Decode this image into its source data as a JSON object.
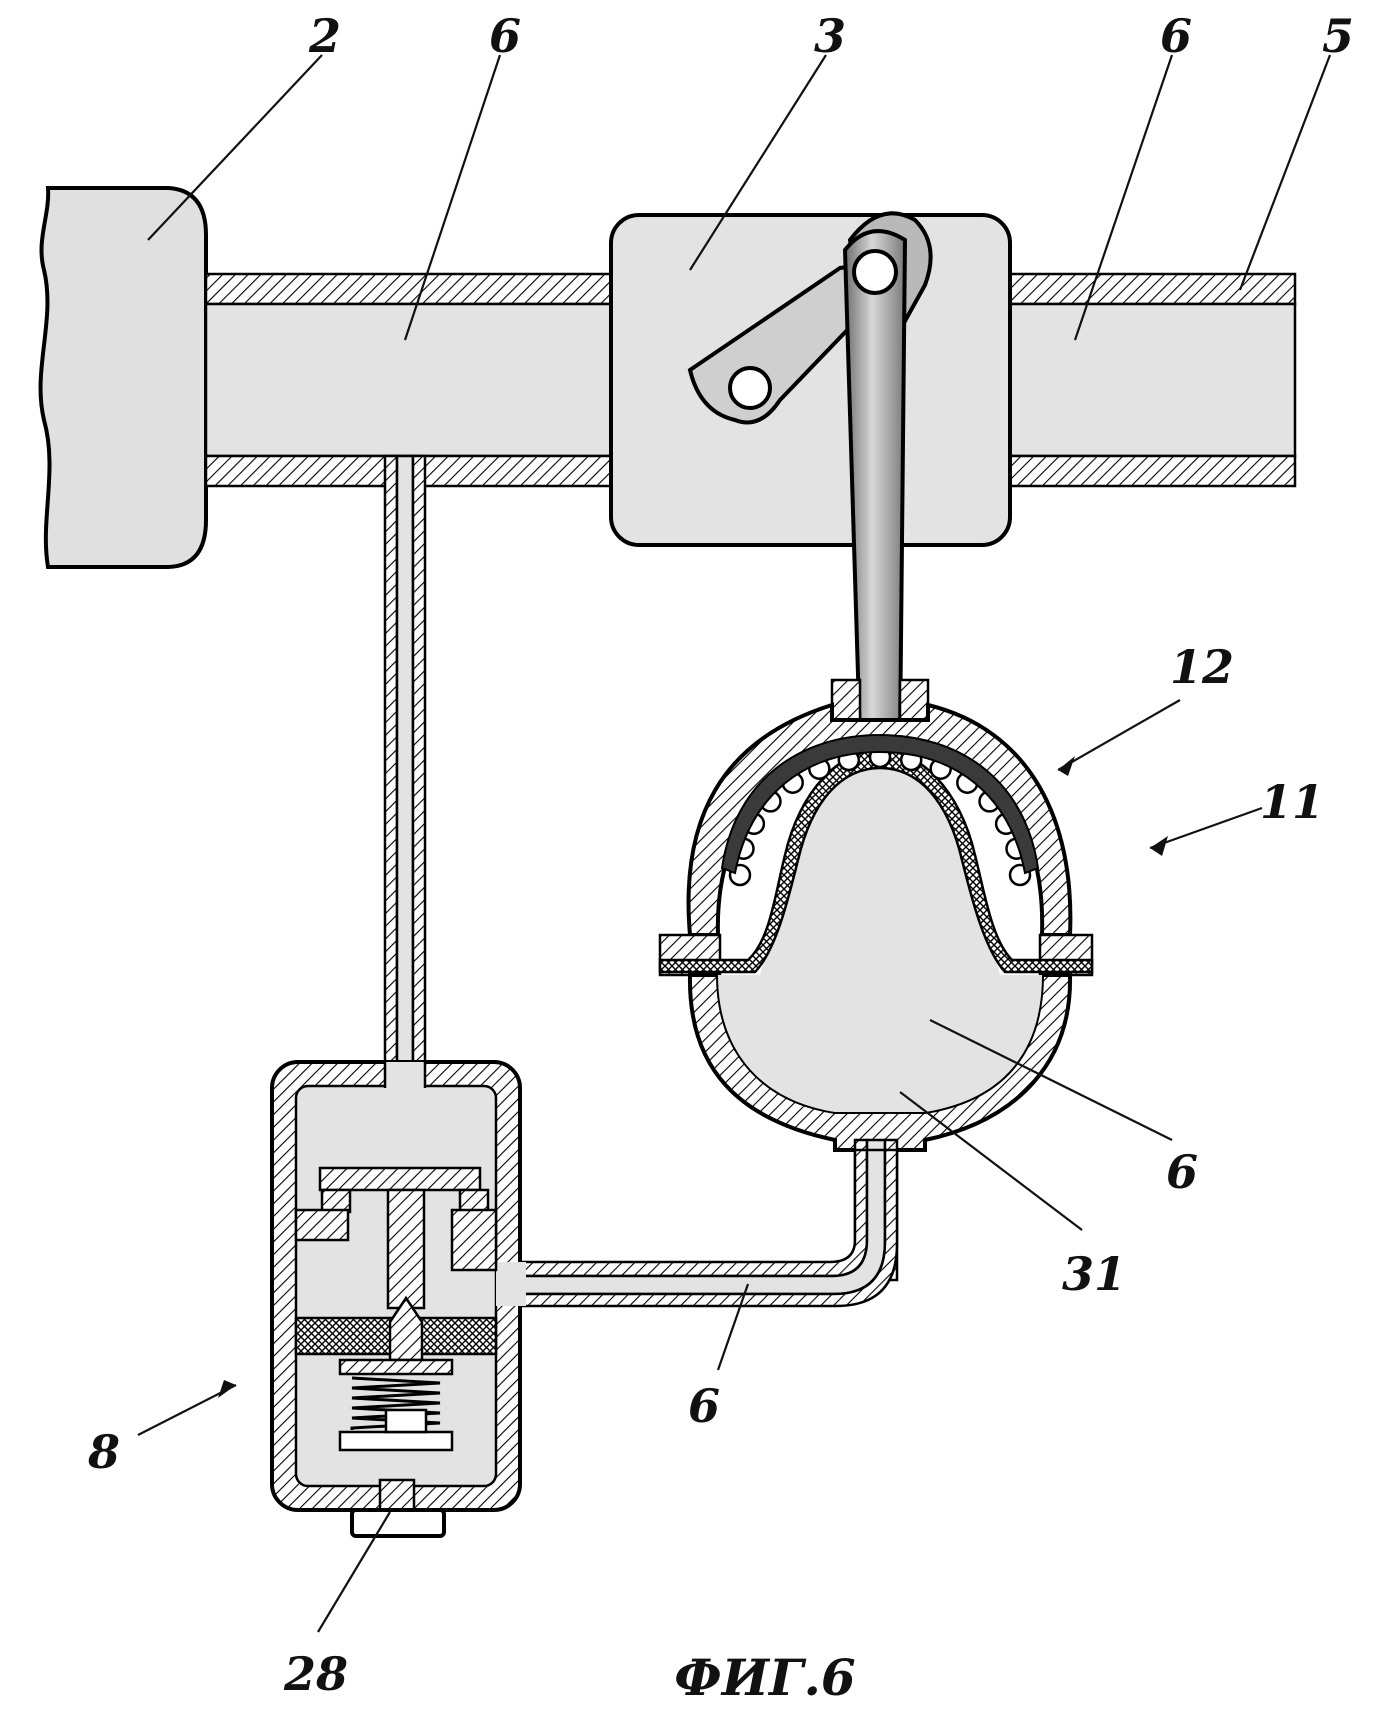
{
  "figure": {
    "caption": "ФИГ.6"
  },
  "labels": {
    "engine": "2",
    "valve": "3",
    "pipe": "5",
    "fluid_left": "6",
    "fluid_right": "6",
    "fluid_chamber": "6",
    "fluid_tube": "6",
    "regulator": "8",
    "actuator": "11",
    "housing": "12",
    "plug": "28",
    "diaphragm": "31"
  },
  "colors": {
    "fill_gray": "#e3e3e3",
    "dark_gray": "#9a9a9a",
    "stroke": "#000000"
  }
}
